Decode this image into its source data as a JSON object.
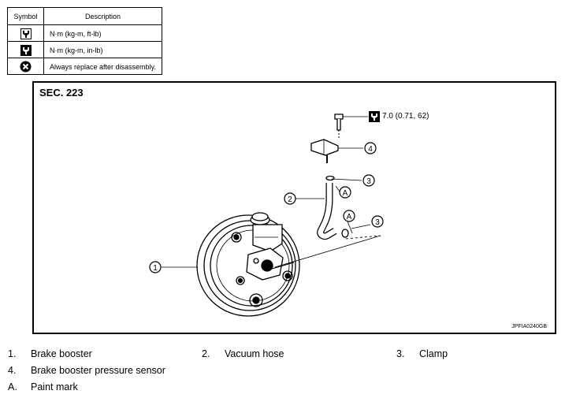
{
  "symbol_table": {
    "header_symbol": "Symbol",
    "header_description": "Description",
    "rows": [
      {
        "icon": "torque-wrench-icon",
        "description": "N·m (kg-m, ft-lb)"
      },
      {
        "icon": "torque-wrench-inlb-icon",
        "description": "N·m (kg-m, in-lb)"
      },
      {
        "icon": "replace-icon",
        "description": "Always replace after disassembly."
      }
    ]
  },
  "figure": {
    "section": "SEC. 223",
    "torque": "7.0 (0.71, 62)",
    "figure_id": "JPFIA0240GB",
    "callouts": [
      "1",
      "2",
      "3",
      "3",
      "4",
      "A",
      "A"
    ]
  },
  "legend": [
    {
      "num": "1.",
      "text": "Brake booster"
    },
    {
      "num": "2.",
      "text": "Vacuum hose"
    },
    {
      "num": "3.",
      "text": "Clamp"
    },
    {
      "num": "4.",
      "text": "Brake booster pressure sensor"
    },
    {
      "num": "A.",
      "text": "Paint mark"
    }
  ]
}
